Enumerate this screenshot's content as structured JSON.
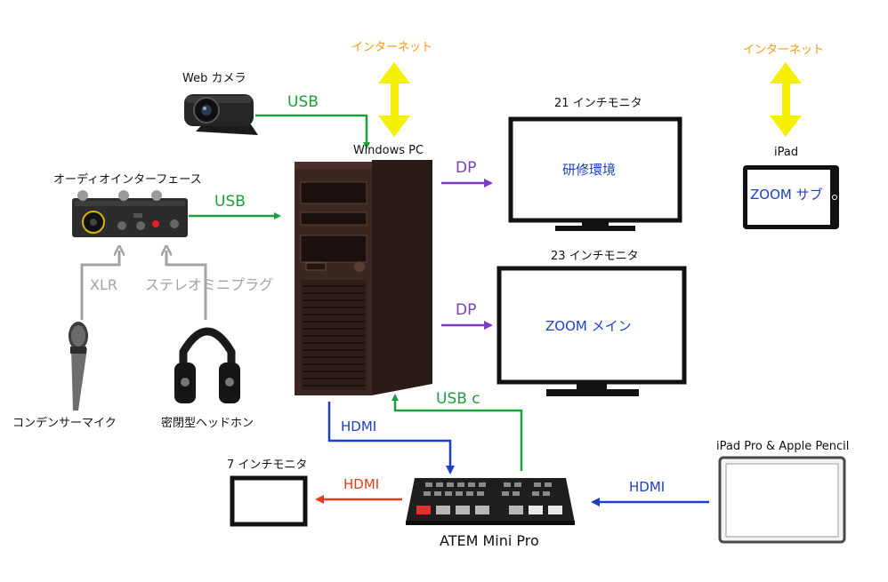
{
  "devices": {
    "webcam": "Web カメラ",
    "audio_interface": "オーディオインターフェース",
    "microphone": "コンデンサーマイク",
    "headphones": "密閉型ヘッドホン",
    "pc": "Windows PC",
    "monitor21": "21 インチモニタ",
    "monitor23": "23 インチモニタ",
    "ipad": "iPad",
    "monitor7": "7 インチモニタ",
    "atem": "ATEM Mini Pro",
    "ipad_pro": "iPad Pro & Apple Pencil"
  },
  "screens": {
    "monitor21": "研修環境",
    "monitor23": "ZOOM メイン",
    "ipad": "ZOOM サブ"
  },
  "connections": {
    "internet_pc": "インターネット",
    "internet_ipad": "インターネット",
    "webcam_usb": "USB",
    "audio_usb": "USB",
    "xlr": "XLR",
    "stereo_plug": "ステレオミニプラグ",
    "dp_21": "DP",
    "dp_23": "DP",
    "hdmi_pc_atem": "HDMI",
    "usbc_atem_pc": "USB c",
    "hdmi_atem_7": "HDMI",
    "hdmi_ipadpro_atem": "HDMI"
  },
  "colors": {
    "usb": "#1aa03a",
    "dp": "#7a3fc4",
    "hdmi": "#1c3fc8",
    "hdmi_out": "#e0401c",
    "analog": "#a3a3a3",
    "internet": "#f5f000",
    "internet_label": "#f29a0e"
  },
  "icons": [
    "webcam-icon",
    "audio-interface-icon",
    "microphone-icon",
    "headphones-icon",
    "pc-tower-icon",
    "monitor-icon",
    "tablet-icon",
    "switcher-icon",
    "laptop-screen-icon"
  ]
}
